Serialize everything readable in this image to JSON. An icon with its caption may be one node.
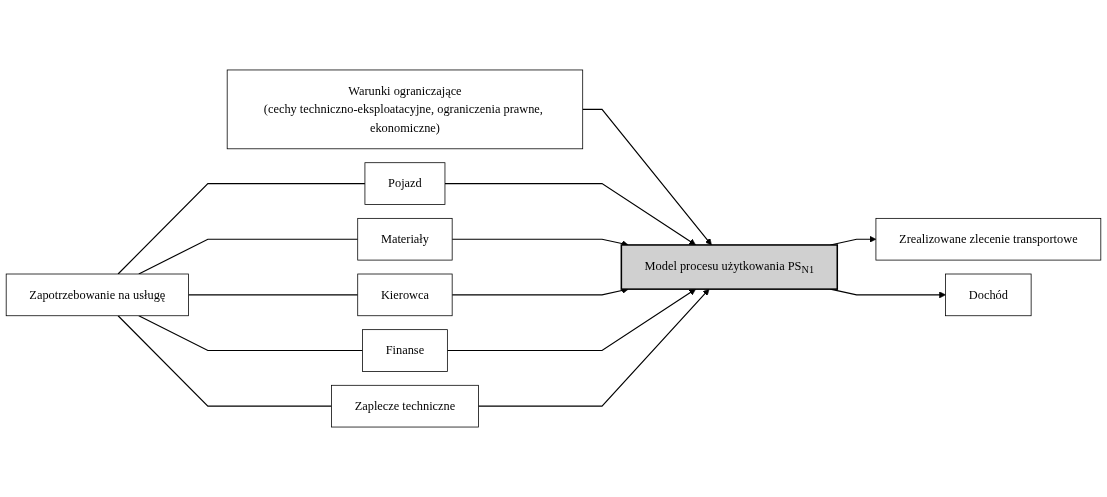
{
  "diagram": {
    "nodes": [
      {
        "text": [
          "Warunki ograniczające",
          "(cechy techniczno-eksploatacyjne, ograniczenia prawne, ekonomiczne)"
        ]
      },
      {
        "text": [
          "Zapotrzebowanie na usługę"
        ]
      },
      {
        "text": [
          "Pojazd"
        ]
      },
      {
        "text": [
          "Materiały"
        ]
      },
      {
        "text": [
          "Kierowca"
        ]
      },
      {
        "text": [
          "Finanse"
        ]
      },
      {
        "text": [
          "Zaplecze techniczne"
        ]
      },
      {
        "text": [
          "Model procesu użytkowania PS$_{N1}$"
        ]
      },
      {
        "text": [
          "Zrealizowane zlecenie transportowe"
        ]
      },
      {
        "text": [
          "Dochód"
        ]
      }
    ],
    "edges": [
      {
        "from": 0,
        "to": 7,
        "arrow": "to"
      },
      {
        "from": 1,
        "to": 2,
        "arrow": "none"
      },
      {
        "from": 1,
        "to": 3,
        "arrow": "none"
      },
      {
        "from": 1,
        "to": 4,
        "arrow": "none"
      },
      {
        "from": 1,
        "to": 5,
        "arrow": "none"
      },
      {
        "from": 1,
        "to": 6,
        "arrow": "none"
      },
      {
        "from": 2,
        "to": 7,
        "arrow": "to"
      },
      {
        "from": 3,
        "to": 7,
        "arrow": "to"
      },
      {
        "from": 4,
        "to": 7,
        "arrow": "to"
      },
      {
        "from": 5,
        "to": 7,
        "arrow": "to"
      },
      {
        "from": 6,
        "to": 7,
        "arrow": "to"
      },
      {
        "from": 7,
        "to": 8,
        "arrow": "to"
      },
      {
        "from": 7,
        "to": 9,
        "arrow": "to"
      }
    ]
  }
}
